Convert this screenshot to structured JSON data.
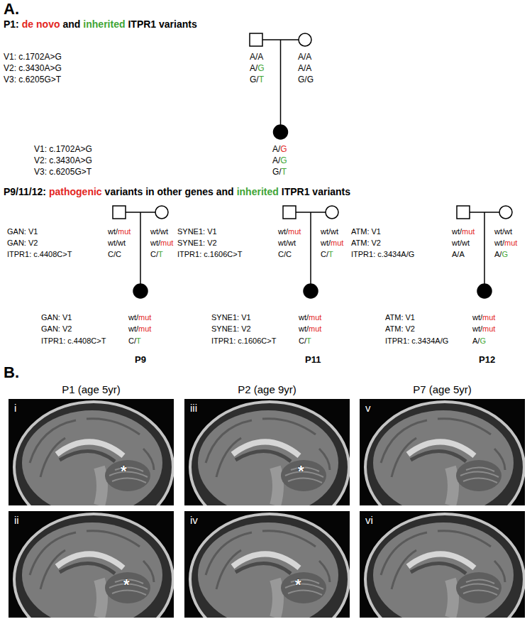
{
  "diagram": {
    "nodes": [
      {
        "text": [
          "i",
          "*"
        ]
      },
      {
        "text": [
          "iii",
          "*"
        ]
      },
      {
        "text": [
          "v"
        ]
      },
      {
        "text": [
          "ii",
          "*"
        ]
      },
      {
        "text": [
          "iv",
          "*"
        ]
      },
      {
        "text": [
          "vi"
        ]
      }
    ],
    "labels": [
      "A.",
      "P1:",
      "de novo",
      "and",
      "inherited",
      "ITPR1 variants",
      "V1: c.1702A>G",
      "V2: c.3430A>G",
      "V3: c.6205G>T",
      "A/A",
      "A/",
      "G",
      "G/",
      "T",
      "A/A",
      "A/A",
      "G/G",
      "V1: c.1702A>G",
      "V2: c.3430A>G",
      "V3: c.6205G>T",
      "A/",
      "G",
      "A/",
      "G",
      "G/",
      "T",
      "P9/11/12:",
      "pathogenic",
      "variants in other genes and",
      "inherited",
      "ITPR1 variants",
      "GAN: V1",
      "GAN: V2",
      "ITPR1: c.4408C>T",
      "wt/",
      "mut",
      "wt/wt",
      "C/C",
      "wt/wt",
      "wt/",
      "mut",
      "C/",
      "T",
      "GAN: V1",
      "GAN: V2",
      "ITPR1: c.4408C>T",
      "wt/",
      "mut",
      "wt/",
      "mut",
      "C/",
      "T",
      "P9",
      "SYNE1: V1",
      "SYNE1: V2",
      "ITPR1: c.1606C>T",
      "wt/",
      "mut",
      "wt/wt",
      "C/C",
      "wt/wt",
      "wt/",
      "mut",
      "C/",
      "T",
      "SYNE1: V1",
      "SYNE1: V2",
      "ITPR1: c.1606C>T",
      "wt/",
      "mut",
      "wt/",
      "mut",
      "C/",
      "T",
      "P11",
      "ATM: V1",
      "ATM: V2",
      "ITPR1: c.3434A/G",
      "wt/",
      "mut",
      "wt/wt",
      "A/A",
      "wt/wt",
      "wt/",
      "mut",
      "A/",
      "G",
      "ATM: V1",
      "ATM: V2",
      "ITPR1: c.3434A/G",
      "wt/",
      "mut",
      "wt/",
      "mut",
      "A/",
      "G",
      "P12",
      "B.",
      "P1 (age 5yr)",
      "P2 (age 9yr)",
      "P7 (age 5yr)"
    ]
  }
}
